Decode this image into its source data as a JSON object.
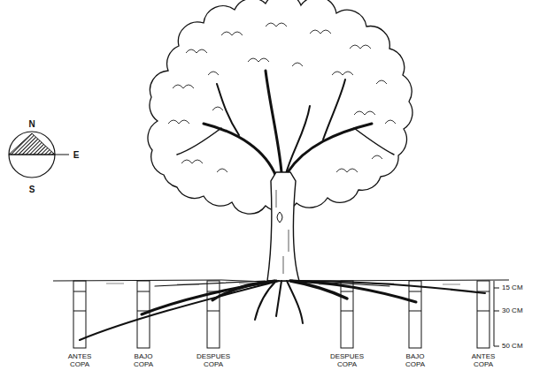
{
  "diagram": {
    "labels": [
      "N",
      "E",
      "S",
      "15 CM",
      "30 CM",
      "50 CM",
      "ANTES COPA",
      "BAJO COPA",
      "DESPUES COPA",
      "DESPUES COPA",
      "BAJO COPA",
      "ANTES COPA"
    ]
  }
}
